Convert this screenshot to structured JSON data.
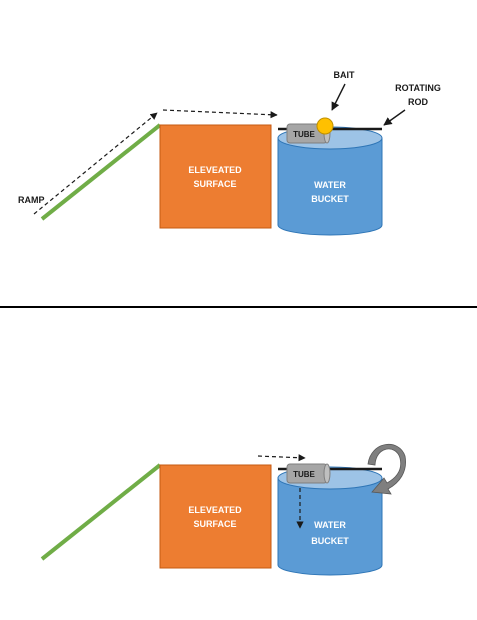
{
  "colors": {
    "ramp": "#70ad47",
    "surface": "#ed7d31",
    "surface_border": "#c55a11",
    "bucket": "#5b9bd5",
    "bucket_top": "#9dc3e6",
    "bucket_border": "#2e75b6",
    "tube": "#a6a6a6",
    "bait": "#ffc000",
    "rod": "#1a1a1a",
    "divider": "#000000",
    "curved_arrow": "#7f7f7f"
  },
  "top_panel": {
    "ramp_label": "RAMP",
    "surface_label_1": "ELEVEATED",
    "surface_label_2": "SURFACE",
    "bucket_label_1": "WATER",
    "bucket_label_2": "BUCKET",
    "tube_label": "TUBE",
    "bait_label": "BAIT",
    "rod_label_1": "ROTATING",
    "rod_label_2": "ROD"
  },
  "bottom_panel": {
    "surface_label_1": "ELEVEATED",
    "surface_label_2": "SURFACE",
    "bucket_label_1": "WATER",
    "bucket_label_2": "BUCKET",
    "tube_label": "TUBE"
  }
}
